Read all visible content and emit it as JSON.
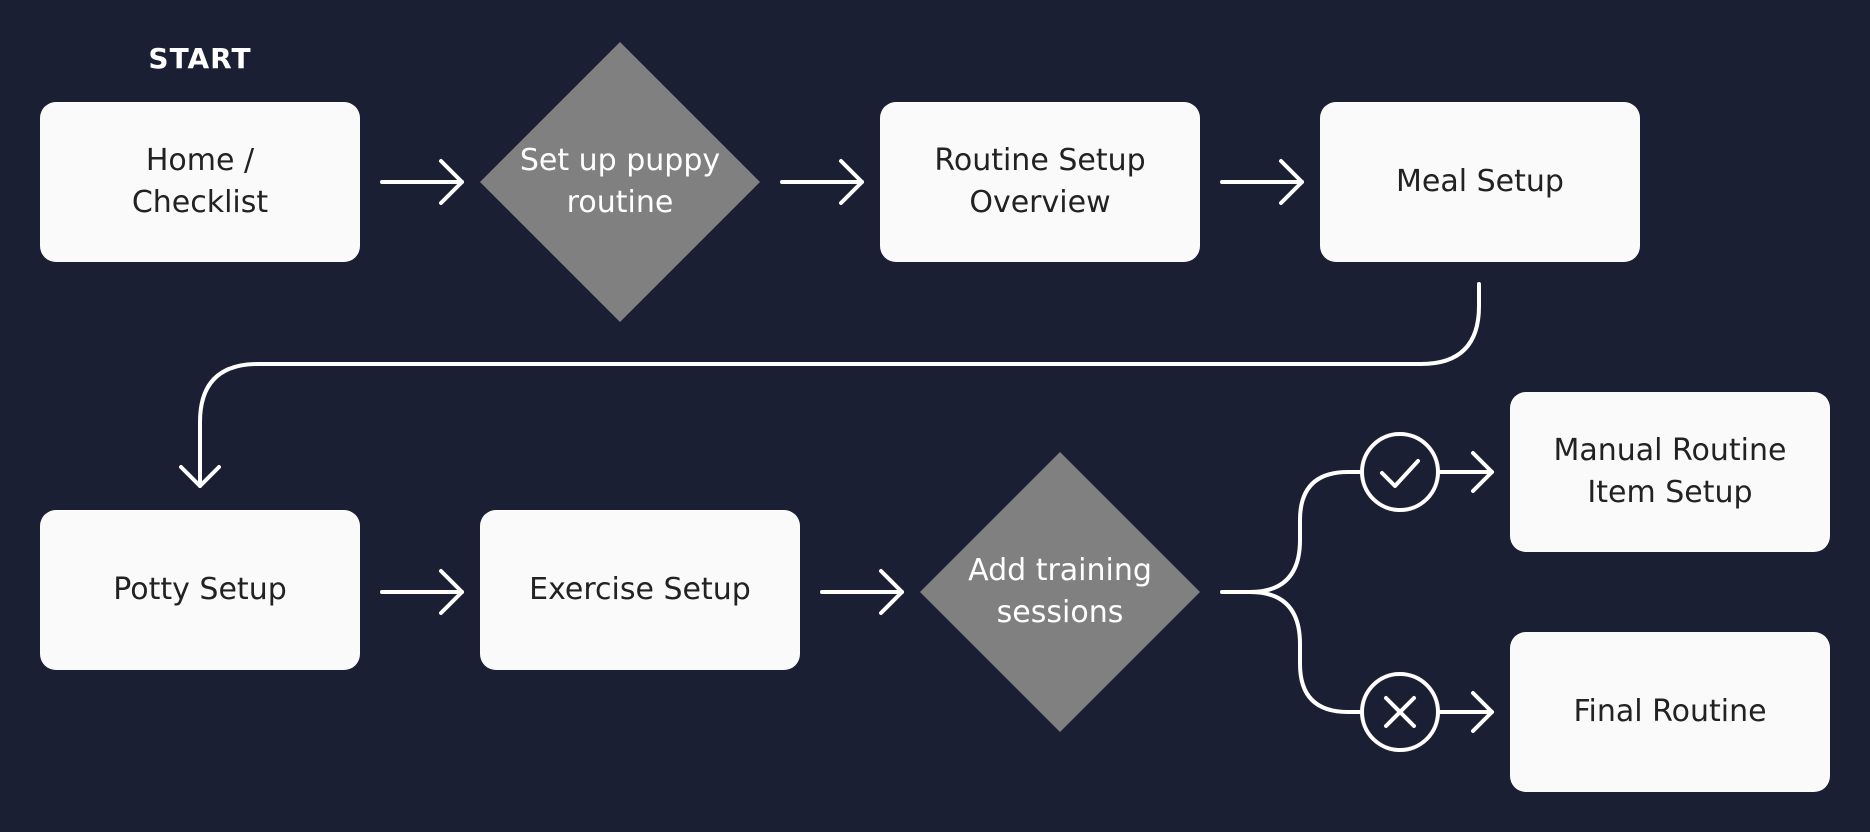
{
  "diagram": {
    "start_label": "START",
    "nodes": {
      "home": "Home /\nChecklist",
      "setup_routine": "Set up puppy\nroutine",
      "routine_overview": "Routine Setup\nOverview",
      "meal": "Meal Setup",
      "potty": "Potty Setup",
      "exercise": "Exercise Setup",
      "training": "Add training\nsessions",
      "manual_item": "Manual Routine\nItem Setup",
      "final": "Final Routine"
    },
    "colors": {
      "background": "#1b1f33",
      "box": "#fafafa",
      "decision": "#808080",
      "connector": "#ffffff"
    }
  }
}
